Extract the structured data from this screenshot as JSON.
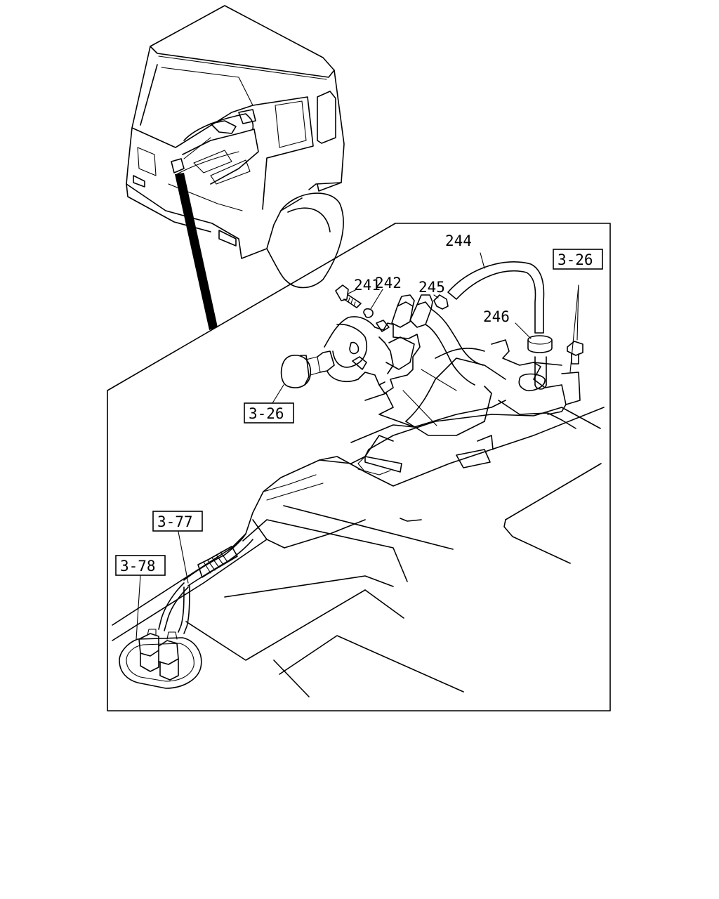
{
  "callouts": {
    "p241": "241",
    "p242": "242",
    "p244": "244",
    "p245": "245",
    "p246": "246"
  },
  "references": {
    "ref_top_right": "3-26",
    "ref_left": "3-26",
    "ref_3_77": "3-77",
    "ref_3_78": "3-78"
  }
}
